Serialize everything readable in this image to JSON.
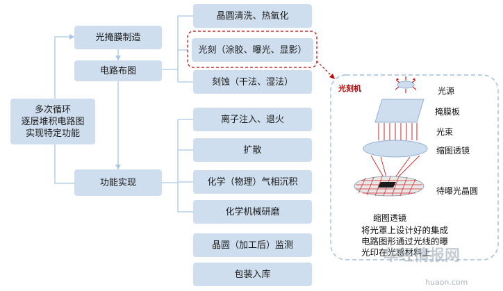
{
  "left": {
    "loop_lines": [
      "多次循环",
      "逐层堆积电路图",
      "实现特定功能"
    ],
    "mask_making": "光掩膜制造",
    "circuit_layout": "电路布图",
    "function_realization": "功能实现"
  },
  "steps": [
    "晶圆清洗、热氧化",
    "光刻（涂胶、曝光、显影）",
    "刻蚀（干法、湿法）",
    "离子注入、退火",
    "扩散",
    "化学（物理）气相沉积",
    "化学机械研磨",
    "晶圆（加工后）监测",
    "包装入库"
  ],
  "detail": {
    "title": "光刻机",
    "labels": {
      "light_source": "光源",
      "mask_plate": "掩膜板",
      "light_beam": "光束",
      "reduction_lens": "缩图透镜",
      "wafer": "待曝光晶圆",
      "reduction_lens_bottom": "缩图透镜"
    },
    "description": [
      "将光罩上设计好的集成",
      "电路图形通过光线的曝",
      "光印在光感材料上"
    ]
  },
  "watermark": {
    "text": "华经情报网",
    "url": "huaon.com"
  },
  "colors": {
    "box_fill": "#cfdeee",
    "connector": "#a9c6e4",
    "highlight_border": "#c00000",
    "beam": "#d42020",
    "title_red": "#c00000"
  }
}
